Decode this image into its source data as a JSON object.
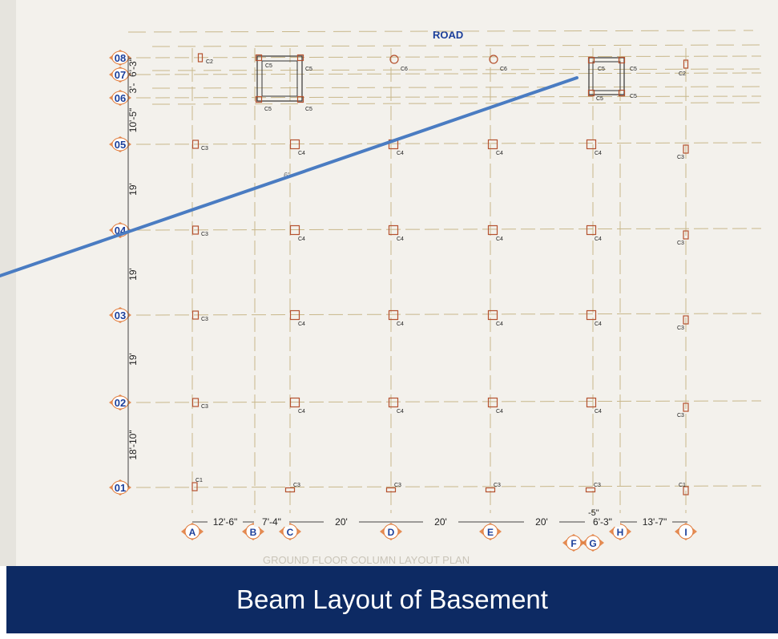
{
  "plan": {
    "road_label": "ROAD",
    "caption": "GROUND FLOOR COLUMN LAYOUT PLAN",
    "colors": {
      "paper": "#f3f1ec",
      "grid": "#c8b78a",
      "column": "#b5522f",
      "bubble_fill": "#e07a3a",
      "label_blue": "#1c3f9a",
      "pointer": "#4a7cc2"
    },
    "row_labels": [
      "08",
      "07",
      "06",
      "05",
      "04",
      "03",
      "02",
      "01"
    ],
    "row_dimensions": [
      "6'-3\"",
      "3'-",
      "10'-5\"",
      "19'",
      "19'",
      "19'",
      "18'-10\""
    ],
    "column_grid_labels": [
      "A",
      "B",
      "C",
      "D",
      "E",
      "F",
      "G",
      "H",
      "I"
    ],
    "column_dimensions": [
      "12'-6\"",
      "7'-4\"",
      "20'",
      "20'",
      "20'",
      "6'-3\"",
      "13'-7\""
    ],
    "dim_extra": "-5\"",
    "stray_text": "6'-",
    "column_tags": [
      "C2",
      "C5",
      "C5",
      "C6",
      "C6",
      "C5",
      "C5",
      "C2",
      "C5",
      "C5",
      "C5",
      "C5",
      "C3",
      "C4",
      "C4",
      "C4",
      "C4",
      "C3",
      "C3",
      "C4",
      "C4",
      "C4",
      "C4",
      "C3",
      "C3",
      "C4",
      "C4",
      "C4",
      "C4",
      "C3",
      "C3",
      "C4",
      "C4",
      "C4",
      "C4",
      "C3",
      "C1",
      "C3",
      "C3",
      "C3",
      "C3",
      "C1"
    ]
  },
  "banner": {
    "title": "Beam Layout of Basement",
    "background": "#0d2a63"
  }
}
